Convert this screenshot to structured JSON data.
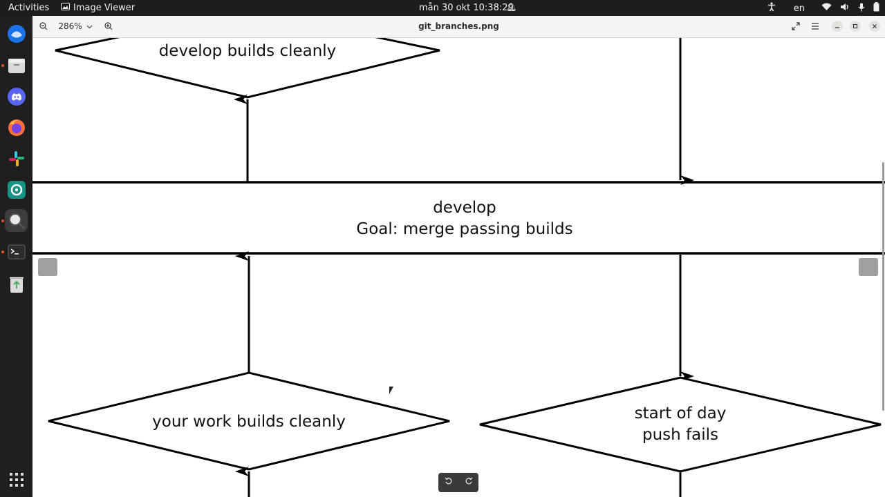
{
  "topbar": {
    "activities": "Activities",
    "app_name": "Image Viewer",
    "clock": "mån 30 okt  10:38:29",
    "language": "en"
  },
  "viewer": {
    "zoom": "286%",
    "title": "git_branches.png"
  },
  "diagram": {
    "top_diamond": "develop builds cleanly",
    "band_line1": "develop",
    "band_line2": "Goal: merge passing builds",
    "left_diamond": "your work builds cleanly",
    "right_diamond_line1": "start of day",
    "right_diamond_line2": "push fails"
  },
  "icons": {
    "dock": [
      "thunderbird-icon",
      "files-icon",
      "discord-icon",
      "firefox-icon",
      "slack-icon",
      "gitkraken-icon",
      "image-viewer-icon",
      "terminal-icon",
      "trash-icon",
      "app-grid-icon"
    ]
  },
  "colors": {
    "topbar": "#1d1d1d",
    "dock": "#1f1f1f",
    "accent": "#e95420"
  }
}
